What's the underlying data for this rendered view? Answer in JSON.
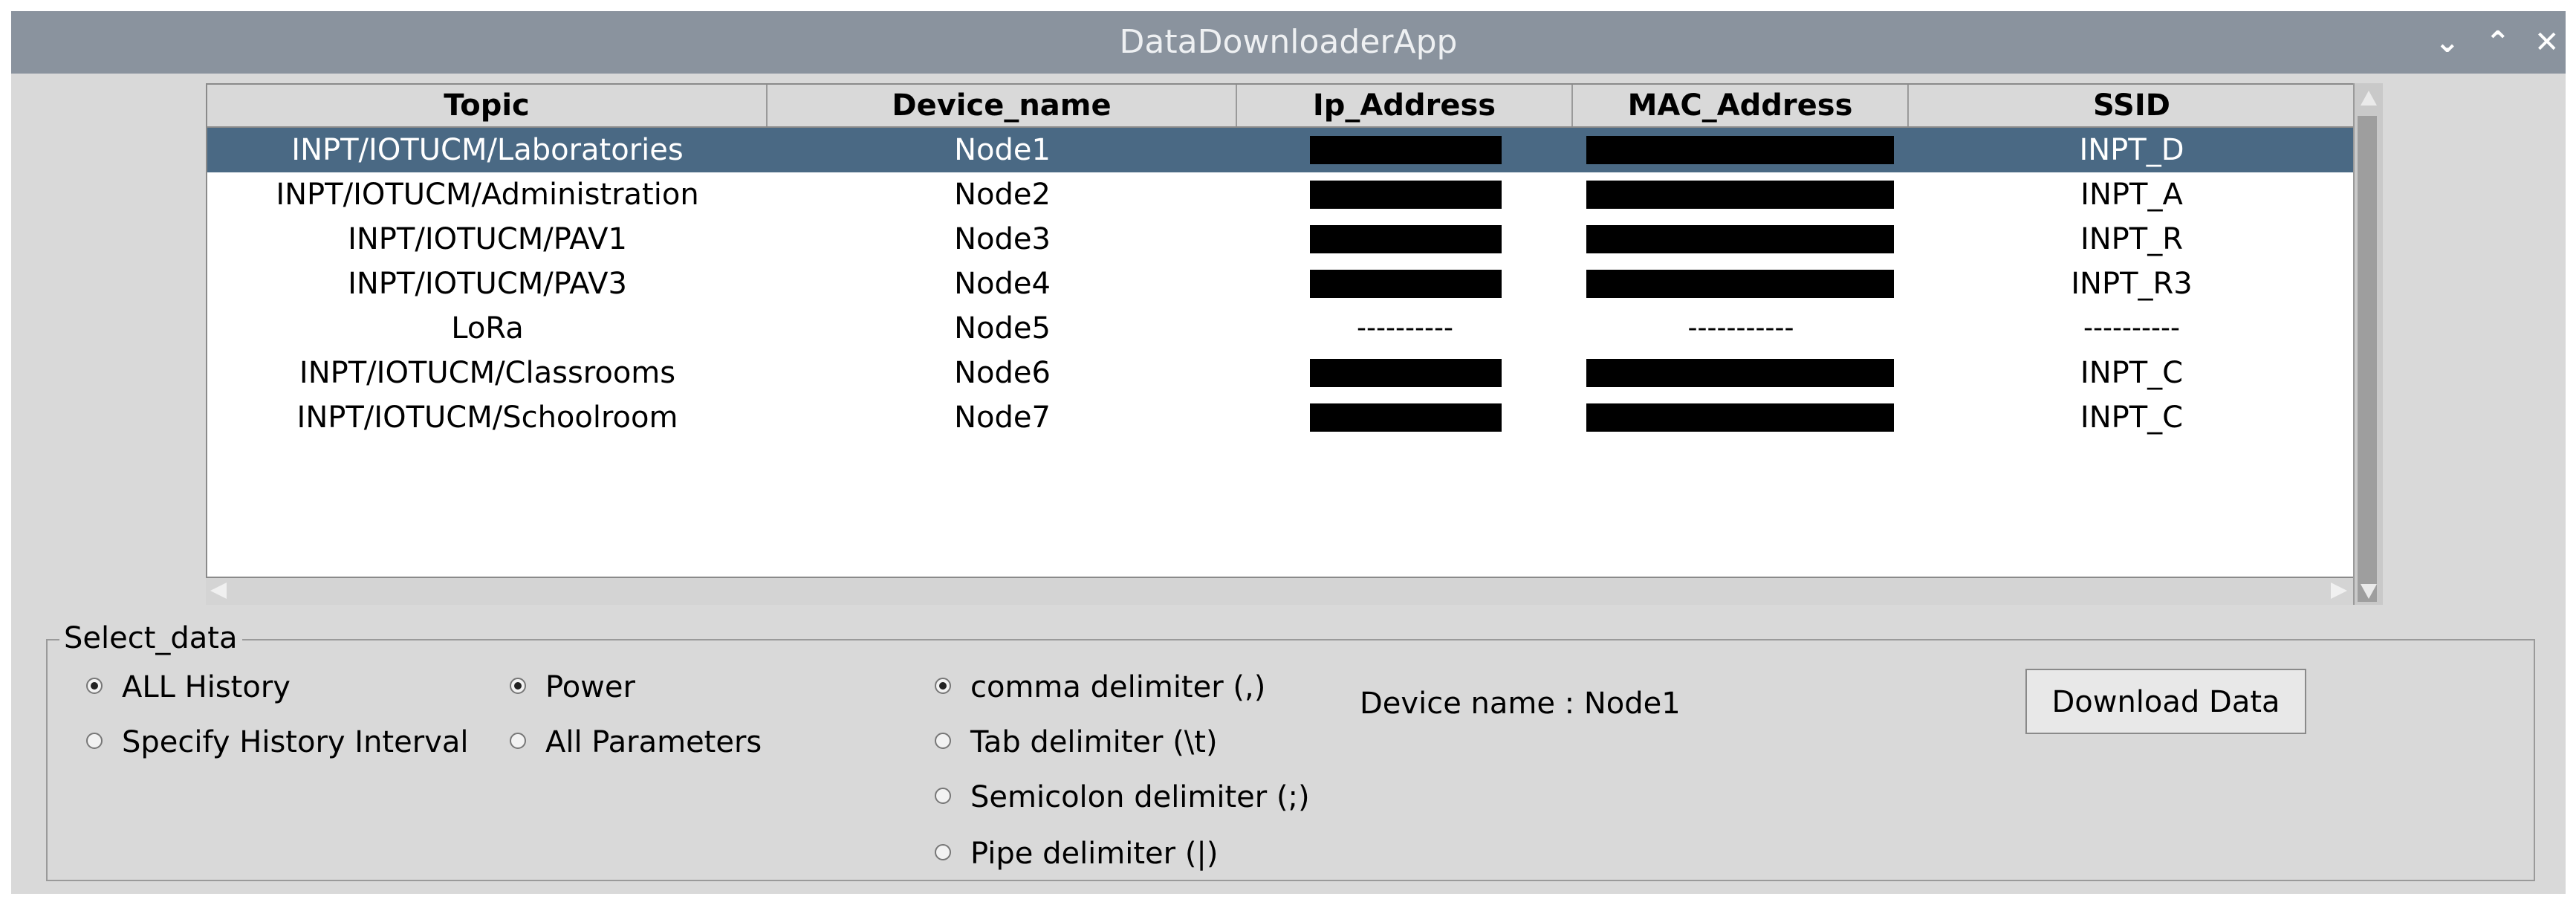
{
  "window": {
    "title": "DataDownloaderApp"
  },
  "table": {
    "columns": [
      "Topic",
      "Device_name",
      "Ip_Address",
      "MAC_Address",
      "SSID"
    ],
    "rows": [
      {
        "topic": "INPT/IOTUCM/Laboratories",
        "device": "Node1",
        "ip": "[redacted]",
        "mac": "[redacted]",
        "ssid": "INPT_D",
        "selected": true
      },
      {
        "topic": "INPT/IOTUCM/Administration",
        "device": "Node2",
        "ip": "[redacted]",
        "mac": "[redacted]",
        "ssid": "INPT_A"
      },
      {
        "topic": "INPT/IOTUCM/PAV1",
        "device": "Node3",
        "ip": "[redacted]",
        "mac": "[redacted]",
        "ssid": "INPT_R"
      },
      {
        "topic": "INPT/IOTUCM/PAV3",
        "device": "Node4",
        "ip": "[redacted]",
        "mac": "[redacted]",
        "ssid": "INPT_R3"
      },
      {
        "topic": "LoRa",
        "device": "Node5",
        "ip": "----------",
        "mac": "-----------",
        "ssid": "----------"
      },
      {
        "topic": "INPT/IOTUCM/Classrooms",
        "device": "Node6",
        "ip": "[redacted]",
        "mac": "[redacted]",
        "ssid": "INPT_C"
      },
      {
        "topic": "INPT/IOTUCM/Schoolroom",
        "device": "Node7",
        "ip": "[redacted]",
        "mac": "[redacted]",
        "ssid": "INPT_C"
      }
    ]
  },
  "select_data": {
    "legend": "Select_data",
    "history": [
      {
        "label": "ALL History",
        "checked": true
      },
      {
        "label": "Specify History Interval",
        "checked": false
      }
    ],
    "parameters": [
      {
        "label": "Power",
        "checked": true
      },
      {
        "label": "All Parameters",
        "checked": false
      }
    ],
    "delimiters": [
      {
        "label": "comma delimiter (,)",
        "checked": true
      },
      {
        "label": "Tab delimiter (\\t)",
        "checked": false
      },
      {
        "label": "Semicolon delimiter (;)",
        "checked": false
      },
      {
        "label": "Pipe delimiter (|)",
        "checked": false
      }
    ],
    "device_label": "Device name : Node1",
    "download_button": "Download Data"
  }
}
